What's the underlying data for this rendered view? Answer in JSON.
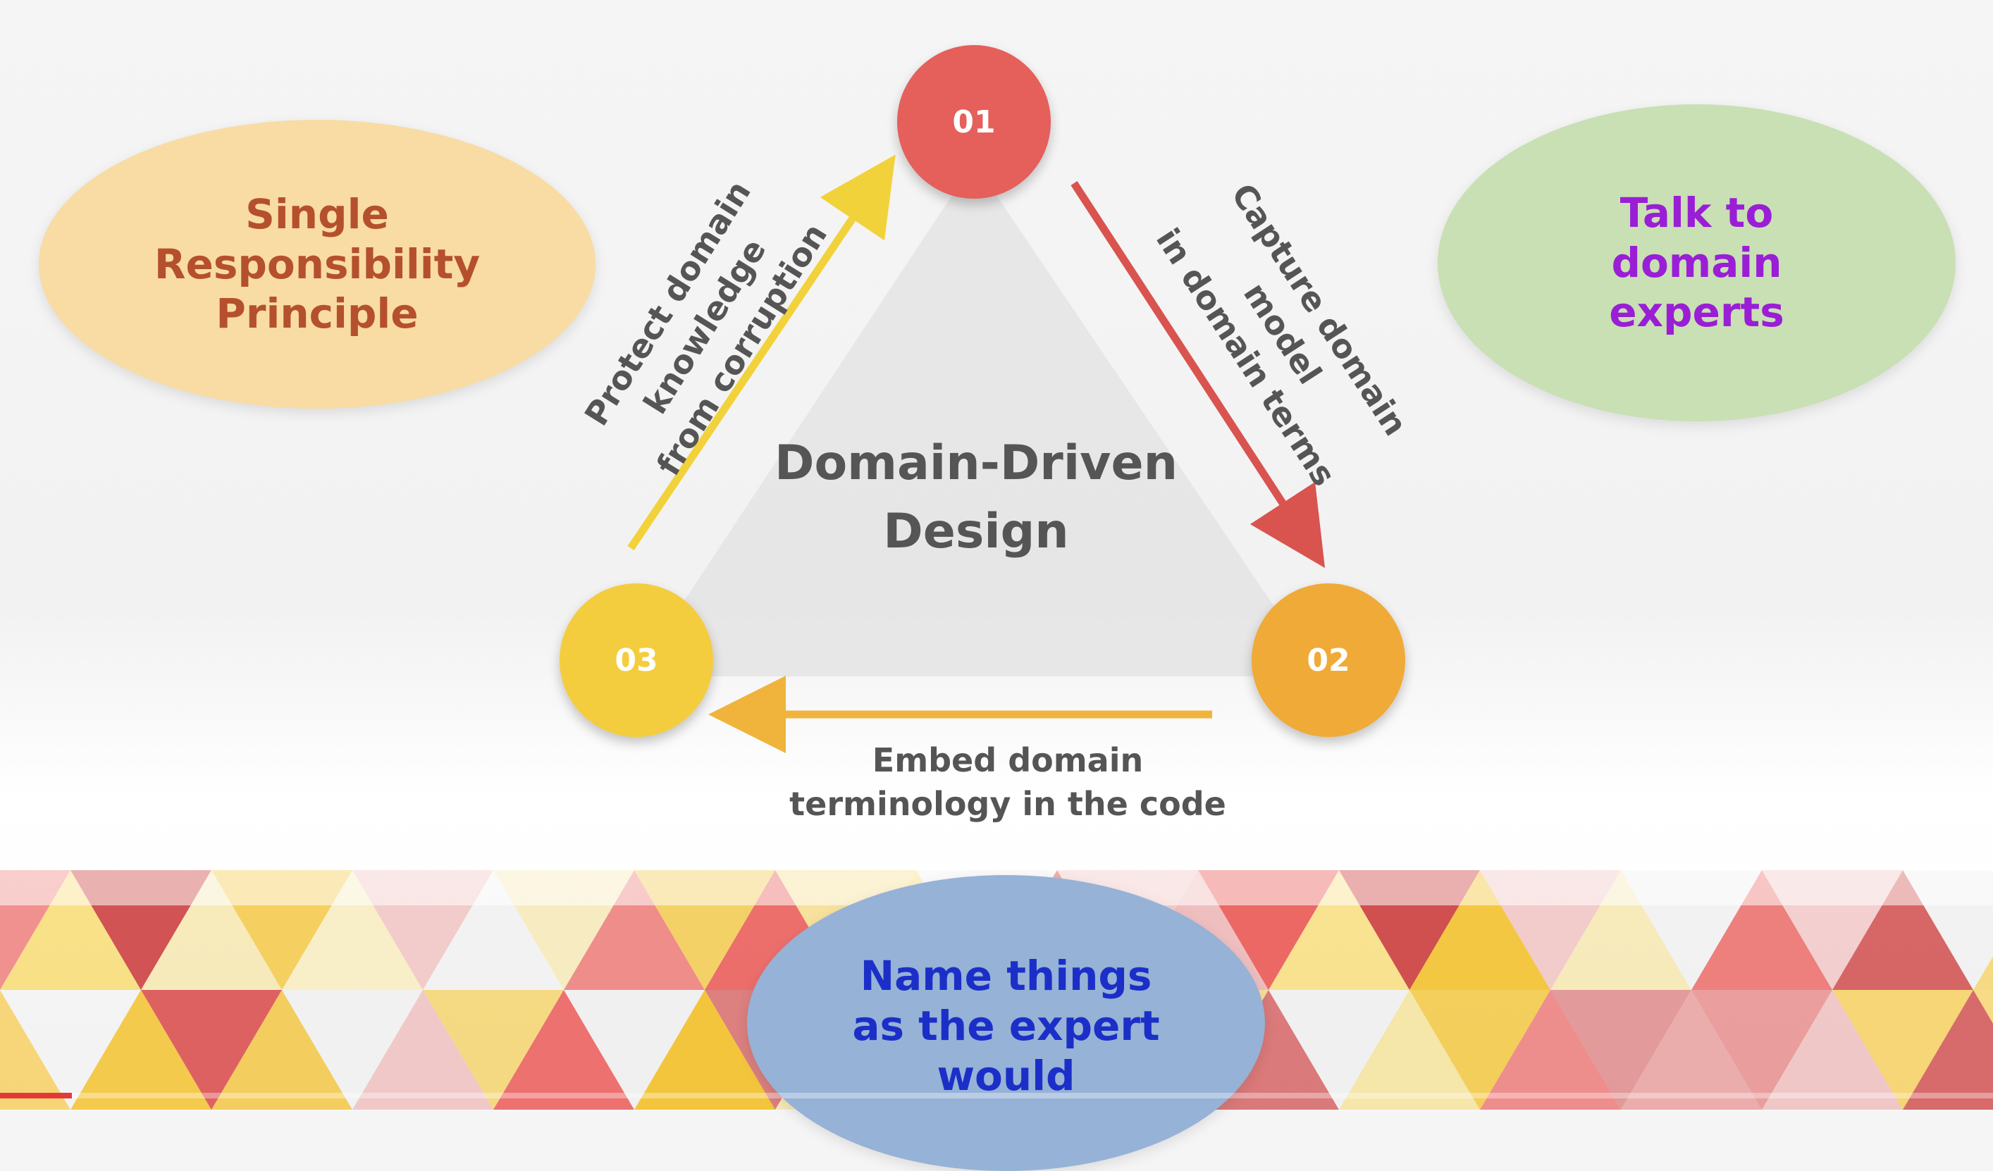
{
  "diagram": {
    "title": "Domain-Driven\nDesign",
    "nodes": [
      {
        "id": "01",
        "color": "#e55f5b"
      },
      {
        "id": "02",
        "color": "#f0aa38"
      },
      {
        "id": "03",
        "color": "#f4cd3e"
      }
    ],
    "edges": [
      {
        "label": "Capture domain model\nin domain terms",
        "color": "#d9534f"
      },
      {
        "label": "Embed domain\nterminology in the code",
        "color": "#f0b43c"
      },
      {
        "label": "Protect domain knowledge\nfrom corruption",
        "color": "#f2d23a"
      }
    ],
    "bubbles": [
      {
        "text": "Single\nResponsibility\nPrinciple",
        "fill": "#f8dca4",
        "text_color": "#b5502c"
      },
      {
        "text": "Talk to\ndomain\nexperts",
        "fill": "#c8e0b4",
        "text_color": "#9a1ed6"
      },
      {
        "text": "Name things\nas the expert\nwould",
        "fill": "#96b2d6",
        "text_color": "#1b2fc8"
      }
    ]
  },
  "player": {
    "progress_fraction": 0.036,
    "progress_color": "#e53935"
  }
}
